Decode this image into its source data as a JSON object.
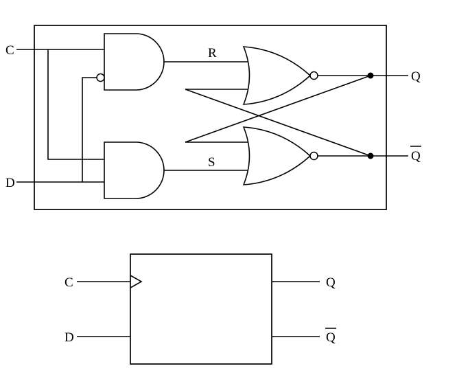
{
  "page": {
    "background_color": "#ffffff",
    "line_color": "#000000",
    "description_labels_only": "D latch built from two AND gates and two cross-coupled NOR gates, with flip-flop block symbol below"
  },
  "gate_diagram": {
    "c_label": "C",
    "d_label": "D",
    "r_label": "R",
    "s_label": "S",
    "q_label": "Q",
    "qbar_label": "Q"
  },
  "symbol_diagram": {
    "c_label": "C",
    "d_label": "D",
    "q_label": "Q",
    "qbar_label": "Q"
  }
}
